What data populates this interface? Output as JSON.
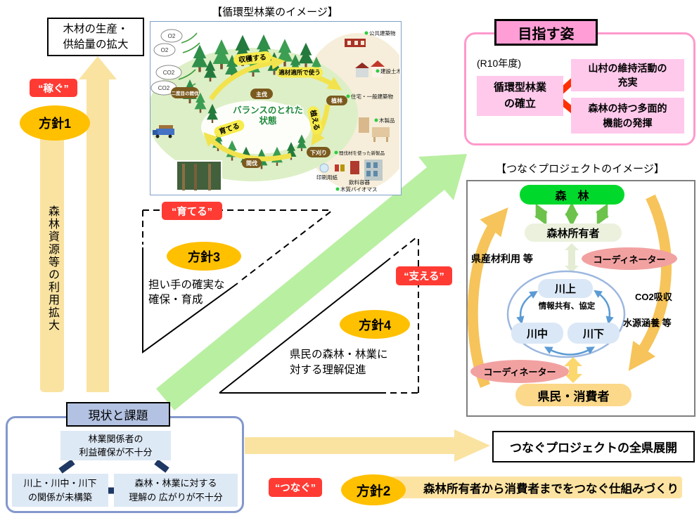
{
  "palette": {
    "soft_yellow": "#FAE3A1",
    "policy_yellow": "#FFC000",
    "label_red": "#FF3B33",
    "green_arrow": "#B9EFA1",
    "vision_pink": "#FF9ED6",
    "vision_box_pink": "#FFC9EC",
    "connector_red": "#FF2F00",
    "issues_header_blue": "#B3C2E2",
    "issues_box_blue": "#DEE9F6",
    "issues_connector_navy": "#1F3864",
    "forest_green": "#00D92B",
    "owner_green": "#EBF1DD",
    "coordinator_pink": "#F2A1A1",
    "river_blue": "#DAE7F6",
    "circle_blue": "#9CB7DF",
    "arc_blue": "#5B9BD5",
    "consumer_yellow": "#FBD88A",
    "curve_yellow": "#F6C45A",
    "banner_yellow": "#FDE3A2"
  },
  "titles": {
    "cycle": "【循環型林業のイメージ】",
    "project": "【つなぐプロジェクトのイメージ】"
  },
  "left": {
    "goal": [
      "木材の生産・",
      "供給量の拡大"
    ],
    "earn": "“稼ぐ”",
    "policy1": "方針1",
    "vertical": "森林資源等の利用拡大"
  },
  "middle": {
    "grow": "“育てる”",
    "policy3": "方針3",
    "policy3_desc": [
      "担い手の確実な",
      "確保・育成"
    ],
    "support": "“支える”",
    "policy4": "方針4",
    "policy4_desc": [
      "県民の森林・林業に",
      "対する理解促進"
    ]
  },
  "vision": {
    "header": "目指す姿",
    "year": "(R10年度)",
    "core": [
      "循環型林業",
      "の確立"
    ],
    "outcome1": [
      "山村の維持活動の",
      "充実"
    ],
    "outcome2": [
      "森林の持つ多面的",
      "機能の発揮"
    ]
  },
  "project": {
    "forest": "森　林",
    "owner": "森林所有者",
    "coordinator_top": "コーディネーター",
    "coordinator_bottom": "コーディネーター",
    "local_timber": "県産材利用 等",
    "upstream": "川上",
    "midstream": "川中",
    "downstream": "川下",
    "share": "情報共有、協定",
    "co2": "CO2吸収",
    "water": "水源涵養 等",
    "consumers": "県民・消費者"
  },
  "issues": {
    "header": "現状と課題",
    "issue1": [
      "林業関係者の",
      "利益確保が不十分"
    ],
    "issue2": [
      "川上・川中・川下",
      "の関係が未構築"
    ],
    "issue3": [
      "森林・林業に対する",
      "理解の 広がりが不十分"
    ]
  },
  "bottom": {
    "expansion": "つなぐプロジェクトの全県展開",
    "connect": "“つなぐ”",
    "policy2": "方針2",
    "policy2_desc": "森林所有者から消費者までをつなぐ仕組みづくり"
  },
  "illustration": {
    "o2": "O2",
    "co2": "CO2",
    "harvest": "収穫する",
    "right_use": "適材適所で使う",
    "grow": "育てる",
    "plant": "植える",
    "balance": [
      "バランスのとれた",
      "状態"
    ],
    "second_thinning": "二度目の間伐",
    "final_cutting": "主伐",
    "planting": "植林",
    "weeding": "下刈り",
    "thinning": "間伐",
    "products": [
      "公共建築物",
      "建設土木",
      "住宅・一般建築物",
      "木製品",
      "間伐材を使った新製品",
      "木質バイオマス"
    ],
    "paper": "印刷用紙",
    "containers": "飲料容器"
  }
}
